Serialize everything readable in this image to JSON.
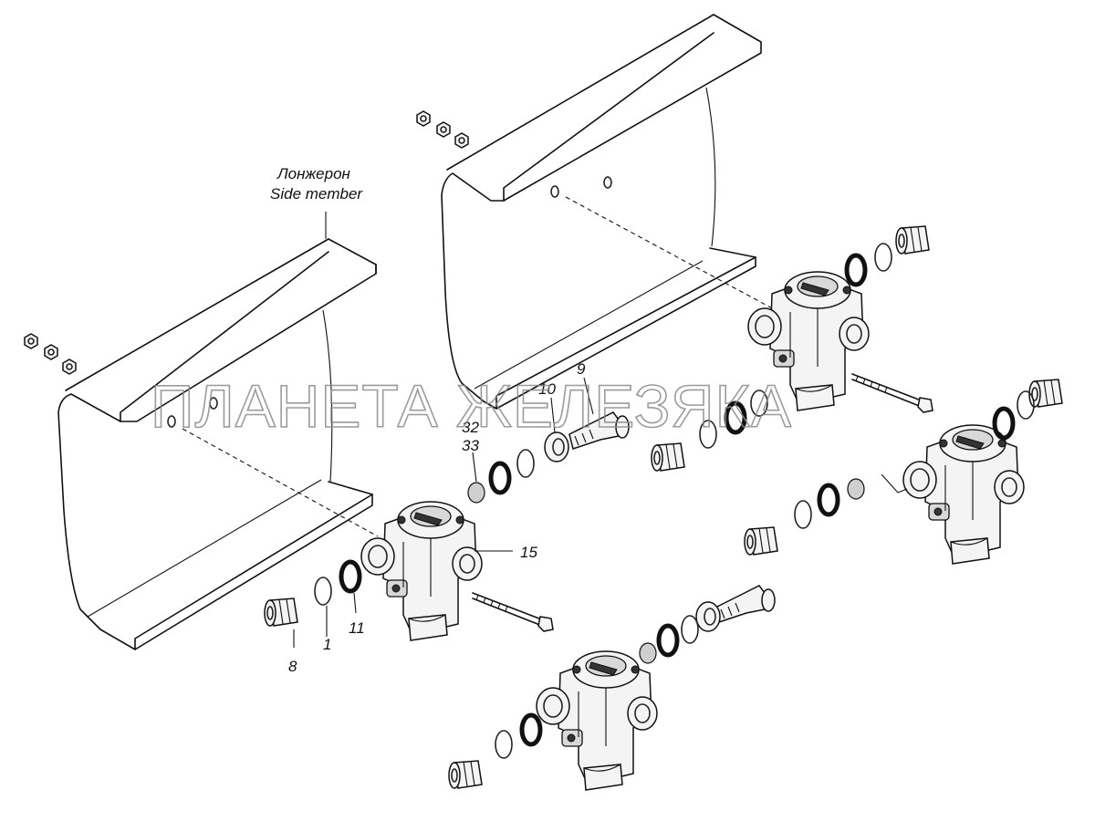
{
  "frame_label": {
    "ru": "Лонжерон",
    "en": "Side member"
  },
  "callouts": {
    "c1": "1",
    "c8": "8",
    "c9": "9",
    "c10": "10",
    "c11": "11",
    "c15": "15",
    "c32": "32",
    "c33": "33"
  },
  "watermark": "ПЛАНЕТА ЖЕЛЕЗЯКА"
}
